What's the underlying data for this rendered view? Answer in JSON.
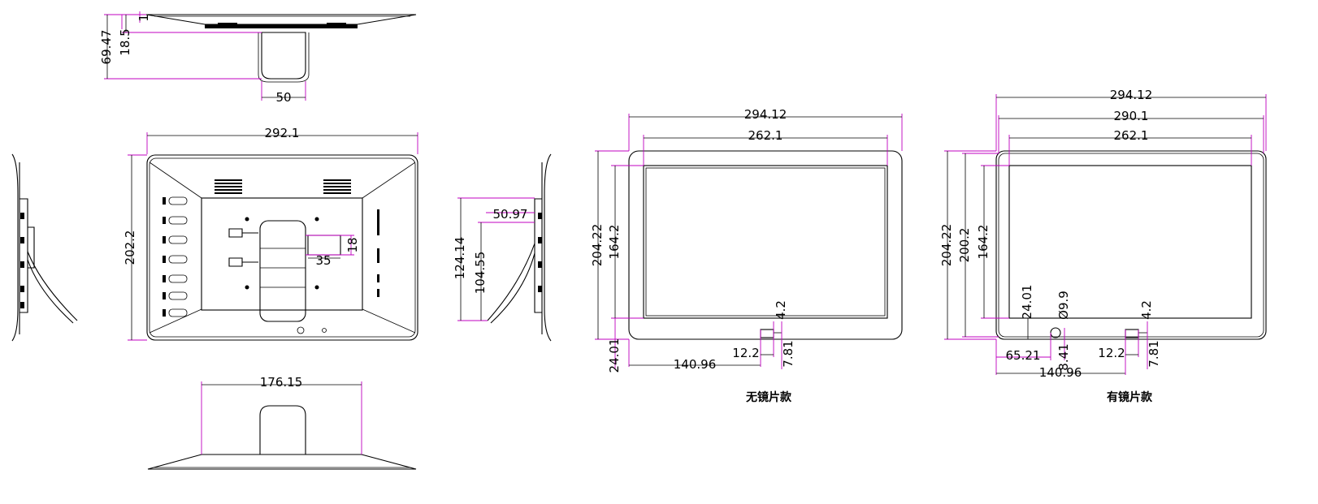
{
  "top_view": {
    "dims": {
      "d1": "1",
      "d2": "18.5",
      "d3": "69.47",
      "d4": "50"
    }
  },
  "back_view": {
    "dims": {
      "width": "292.1",
      "height": "202.2",
      "d35": "35",
      "d18": "18"
    }
  },
  "side_view": {
    "dims": {
      "d124": "124.14",
      "d104": "104.55",
      "d50": "50.97"
    }
  },
  "bottom_view": {
    "dims": {
      "width": "176.15"
    }
  },
  "front_no_glass": {
    "caption": "无镜片款",
    "dims": {
      "outer_w": "294.12",
      "inner_w": "262.1",
      "outer_h": "204.22",
      "inner_h": "164.2",
      "d42": "4.2",
      "d122": "12.2",
      "d781": "7.81",
      "d2401": "24.01",
      "d14096": "140.96"
    }
  },
  "front_glass": {
    "caption": "有镜片款",
    "dims": {
      "outer_w": "294.12",
      "mid_w": "290.1",
      "inner_w": "262.1",
      "outer_h": "204.22",
      "mid_h": "200.2",
      "inner_h": "164.2",
      "d2401": "24.01",
      "phi": "Ø9.9",
      "d42": "4.2",
      "d6521": "65.21",
      "d841": "8.41",
      "d122": "12.2",
      "d781": "7.81",
      "d14096": "140.96"
    }
  }
}
